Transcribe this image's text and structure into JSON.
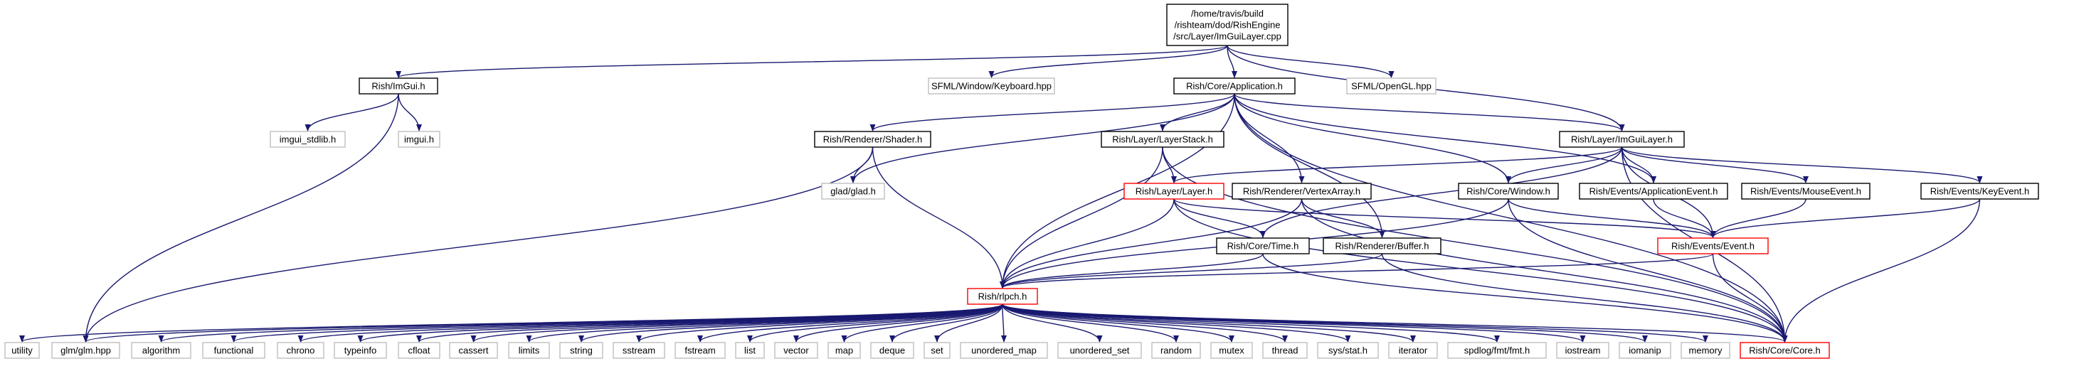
{
  "colors": {
    "edge": "#191970",
    "root_fill": "#bfbfbf",
    "black_border": "#000000",
    "gray_border": "#bfbfbf",
    "red_border": "#ff0000"
  },
  "nodes": {
    "root": "/home/travis/build\n/rishteam/dod/RishEngine\n/src/Layer/ImGuiLayer.cpp",
    "imgui_h": "Rish/ImGui.h",
    "sfml_keyboard": "SFML/Window/Keyboard.hpp",
    "application_h": "Rish/Core/Application.h",
    "sfml_opengl": "SFML/OpenGL.hpp",
    "imgui_stdlib": "imgui_stdlib.h",
    "imgui_header": "imgui.h",
    "shader_h": "Rish/Renderer/Shader.h",
    "layerstack_h": "Rish/Layer/LayerStack.h",
    "imguilayer_h": "Rish/Layer/ImGuiLayer.h",
    "glad_h": "glad/glad.h",
    "layer_h": "Rish/Layer/Layer.h",
    "vertexarray_h": "Rish/Renderer/VertexArray.h",
    "window_h": "Rish/Core/Window.h",
    "applicationevent_h": "Rish/Events/ApplicationEvent.h",
    "mouseevent_h": "Rish/Events/MouseEvent.h",
    "keyevent_h": "Rish/Events/KeyEvent.h",
    "time_h": "Rish/Core/Time.h",
    "buffer_h": "Rish/Renderer/Buffer.h",
    "event_h": "Rish/Events/Event.h",
    "rlpch_h": "Rish/rlpch.h",
    "utility": "utility",
    "glm_hpp": "glm/glm.hpp",
    "algorithm": "algorithm",
    "functional": "functional",
    "chrono": "chrono",
    "typeinfo": "typeinfo",
    "cfloat": "cfloat",
    "cassert": "cassert",
    "limits": "limits",
    "string": "string",
    "sstream": "sstream",
    "fstream": "fstream",
    "list": "list",
    "vector": "vector",
    "map": "map",
    "deque": "deque",
    "set": "set",
    "unordered_map": "unordered_map",
    "unordered_set": "unordered_set",
    "random": "random",
    "mutex": "mutex",
    "thread": "thread",
    "sys_stat": "sys/stat.h",
    "iterator": "iterator",
    "spdlog_fmt": "spdlog/fmt/fmt.h",
    "iostream": "iostream",
    "iomanip": "iomanip",
    "memory": "memory",
    "core_h": "Rish/Core/Core.h"
  }
}
